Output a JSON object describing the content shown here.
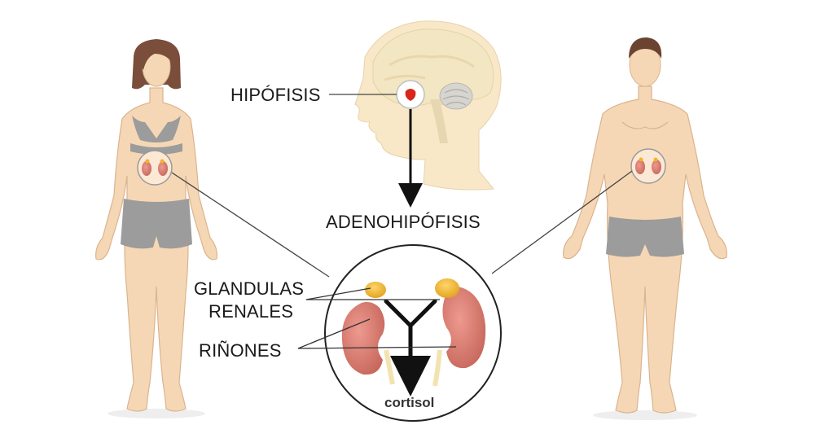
{
  "labels": {
    "hipofisis": "HIPÓFISIS",
    "adenohipofisis": "ADENOHIPÓFISIS",
    "glandulas": "GLANDULAS",
    "renales": "RENALES",
    "rinones": "RIÑONES",
    "cortisol": "cortisol"
  },
  "colors": {
    "skin": "#f6d7b5",
    "skin_stroke": "#d9b48e",
    "underwear": "#9b9c9b",
    "brain": "#f3e6c2",
    "kidney": "#d97a6f",
    "adrenal": "#f0b628",
    "hair_female": "#7a4e3a",
    "hair_male": "#6b4431"
  }
}
